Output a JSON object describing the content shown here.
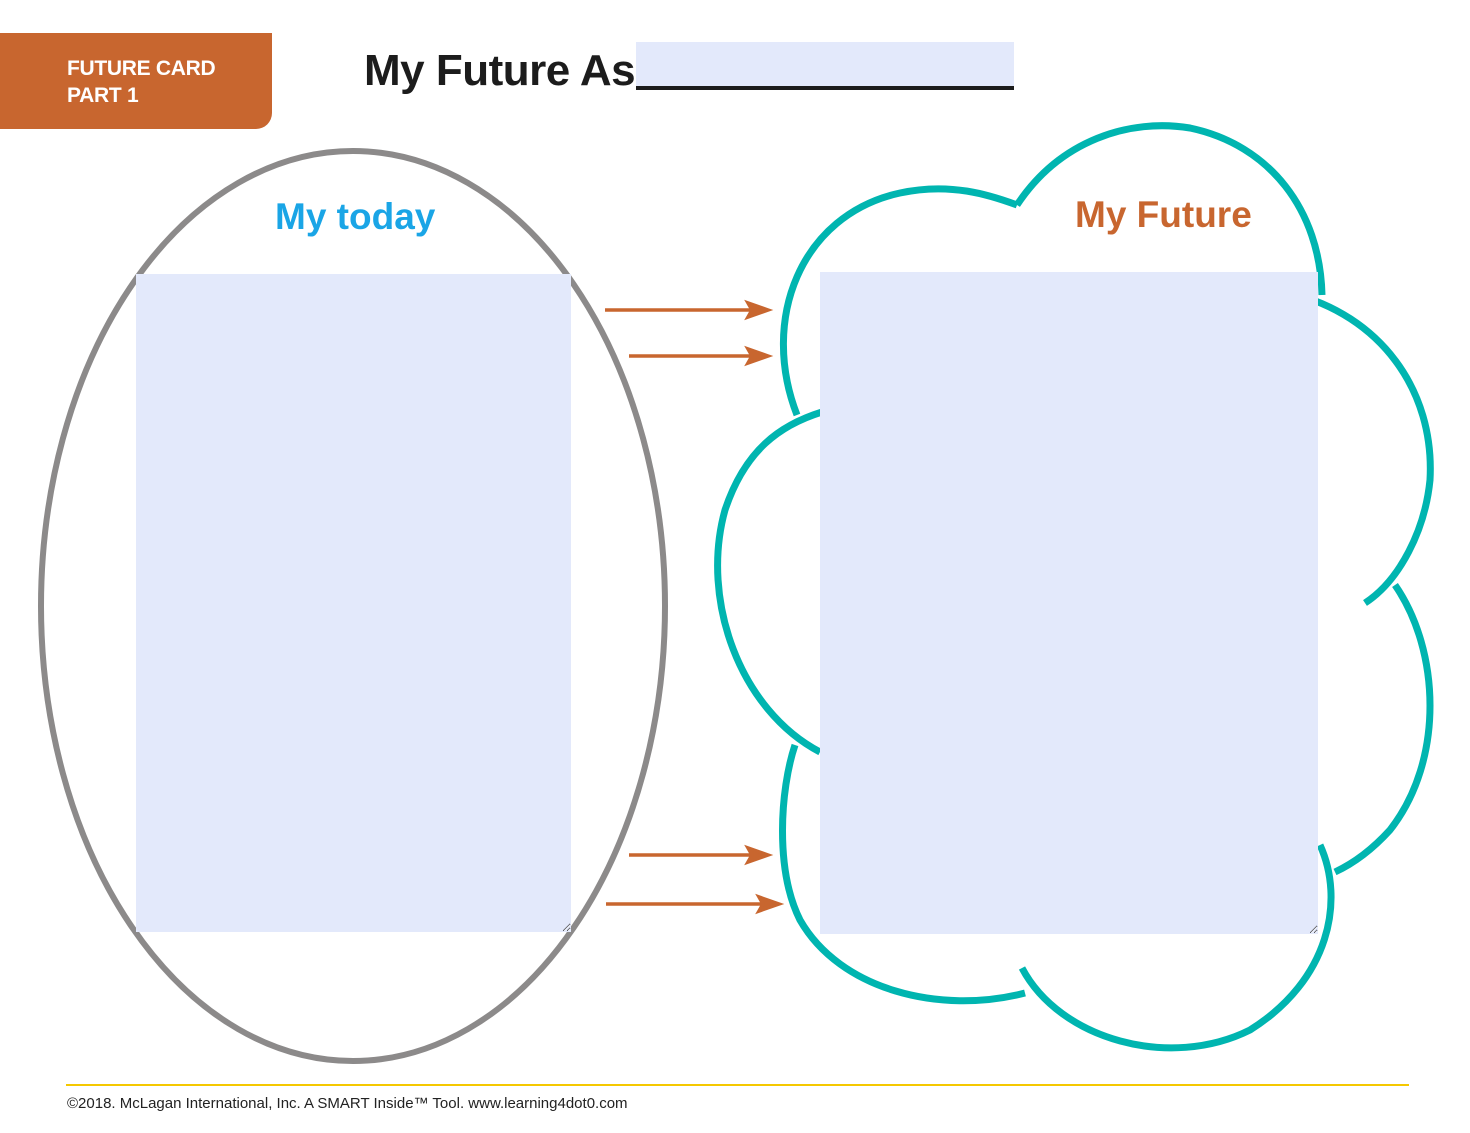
{
  "badge": {
    "line1": "FUTURE CARD",
    "line2": "PART 1"
  },
  "title": {
    "label": "My Future As",
    "value": ""
  },
  "today": {
    "heading": "My today",
    "value": ""
  },
  "future": {
    "heading": "My Future",
    "value": ""
  },
  "footer": {
    "text": "©2018. McLagan International, Inc. A SMART Inside™ Tool. www.learning4dot0.com"
  },
  "colors": {
    "brand": "#c8662f",
    "today": "#1aa5e6",
    "cloud": "#00b5b0",
    "ellipse": "#8c8a8a",
    "field": "#e3e9fb",
    "rule": "#f5c800"
  }
}
